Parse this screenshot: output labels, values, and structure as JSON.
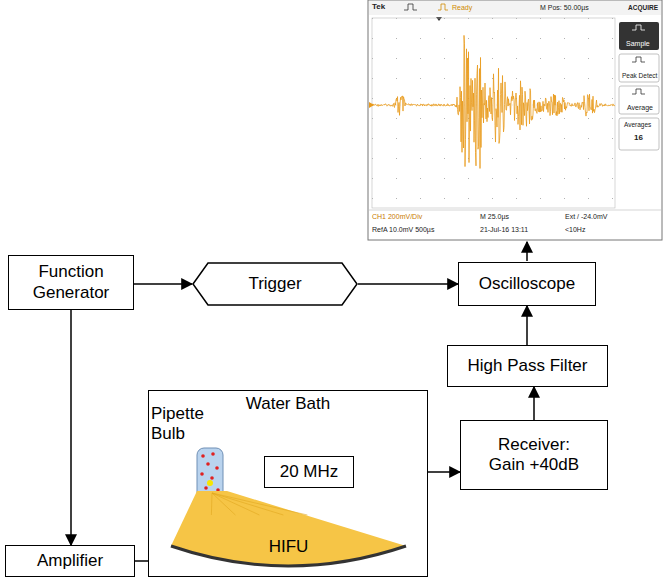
{
  "diagram": {
    "nodes": [
      {
        "text": [
          "Function Generator"
        ]
      },
      {
        "text": [
          "Trigger"
        ]
      },
      {
        "text": [
          "Oscilloscope"
        ]
      },
      {
        "text": [
          "High Pass Filter"
        ]
      },
      {
        "text": [
          "Water Bath"
        ]
      },
      {
        "text": [
          "Pipette Bulb"
        ],
        "in": 4
      },
      {
        "text": [
          "20 MHz"
        ],
        "in": 4
      },
      {
        "text": [
          "HIFU"
        ],
        "in": 4
      },
      {
        "text": [
          "Receiver: Gain +40dB"
        ]
      },
      {
        "text": [
          "Amplifier"
        ]
      }
    ],
    "edges": [
      {
        "from": 0,
        "to": 1,
        "arrow": "to"
      },
      {
        "from": 1,
        "to": 2,
        "arrow": "to"
      },
      {
        "from": 0,
        "to": 9,
        "arrow": "to"
      },
      {
        "from": 9,
        "to": 7,
        "arrow": "to"
      },
      {
        "from": 6,
        "to": 8,
        "arrow": "to"
      },
      {
        "from": 8,
        "to": 3,
        "arrow": "to"
      },
      {
        "from": 3,
        "to": 2,
        "arrow": "to"
      }
    ],
    "labels": [
      "Tek",
      "Ready",
      "M Pos: 50.00µs",
      "ACQUIRE",
      "Sample",
      "Peak Detect",
      "Average",
      "Averages",
      "16",
      "CH1 200mV/Div",
      "M 25.0µs",
      "Ext / -24.0mV",
      "RefA 10.0mV 500µs",
      "21-Jul-16 13:11",
      "<10Hz"
    ]
  }
}
